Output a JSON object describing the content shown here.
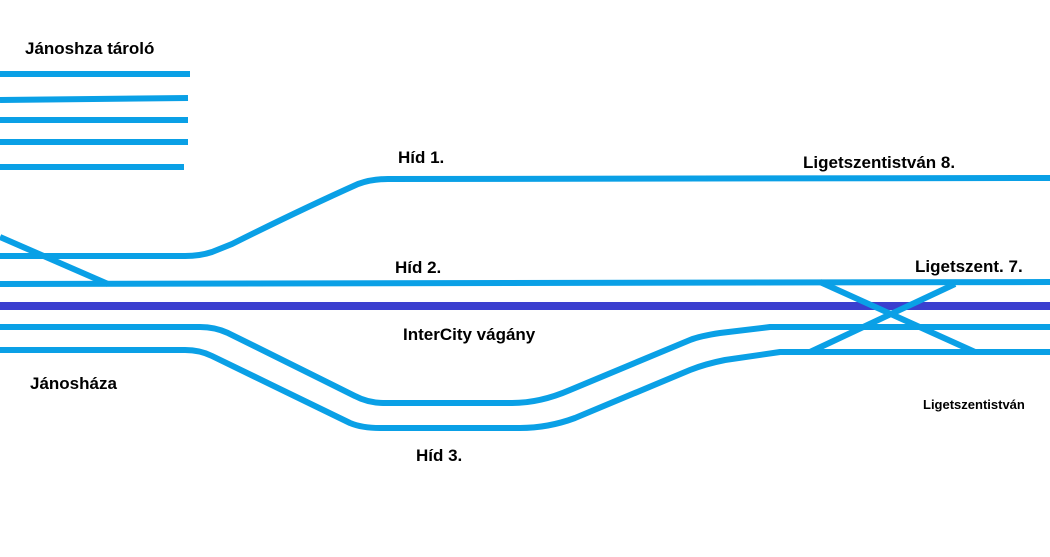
{
  "labels": {
    "janoshaza_storage": "Jánoshza tároló",
    "bridge_1": "Híd 1.",
    "ligetszentistvan_8": "Ligetszentistván 8.",
    "bridge_2": "Híd 2.",
    "ligetszent_7": "Ligetszent. 7.",
    "intercity_track": "InterCity vágány",
    "janoshaza": "Jánosháza",
    "ligetszentistvan": "Ligetszentistván",
    "bridge_3": "Híd 3."
  },
  "colors": {
    "track": "#0aa0e6",
    "intercity_track": "#3b3fcf",
    "background": "#ffffff"
  }
}
